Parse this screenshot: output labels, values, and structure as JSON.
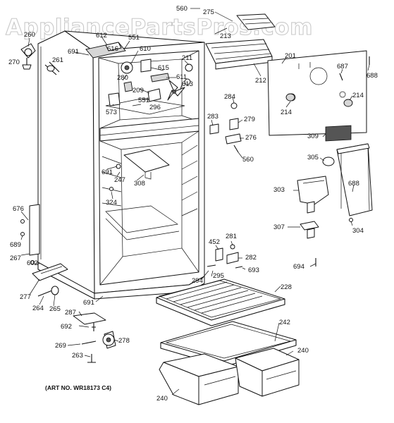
{
  "watermark": "AppliancePartsPros.com",
  "art_number": "(ART NO. WR18173 C4)",
  "part_numbers": {
    "p560a": "560",
    "p275": "275",
    "p213": "213",
    "p260": "260",
    "p612": "612",
    "p551a": "551",
    "p691a": "691",
    "p610": "610",
    "p616": "616",
    "p211": "211",
    "p201": "201",
    "p687": "687",
    "p688a": "688",
    "p270": "270",
    "p261": "261",
    "p615": "615",
    "p280": "280",
    "p611": "611",
    "p212": "212",
    "p209": "209",
    "p613": "613",
    "p214a": "214",
    "p296": "296",
    "p551b": "551",
    "p573": "573",
    "p284": "284",
    "p214b": "214",
    "p283": "283",
    "p279": "279",
    "p276": "276",
    "p309": "309",
    "p560b": "560",
    "p305": "305",
    "p691b": "691",
    "p247": "247",
    "p308": "308",
    "p303": "303",
    "p688b": "688",
    "p324": "324",
    "p676": "676",
    "p307": "307",
    "p304": "304",
    "p689": "689",
    "p281": "281",
    "p452": "452",
    "p267": "267",
    "p282": "282",
    "p602": "602",
    "p693": "693",
    "p694": "694",
    "p295": "295",
    "p294": "294",
    "p228": "228",
    "p277": "277",
    "p264": "264",
    "p265": "265",
    "p691c": "691",
    "p287": "287",
    "p242": "242",
    "p692": "692",
    "p278": "278",
    "p269": "269",
    "p240a": "240",
    "p263": "263",
    "p240b": "240"
  }
}
